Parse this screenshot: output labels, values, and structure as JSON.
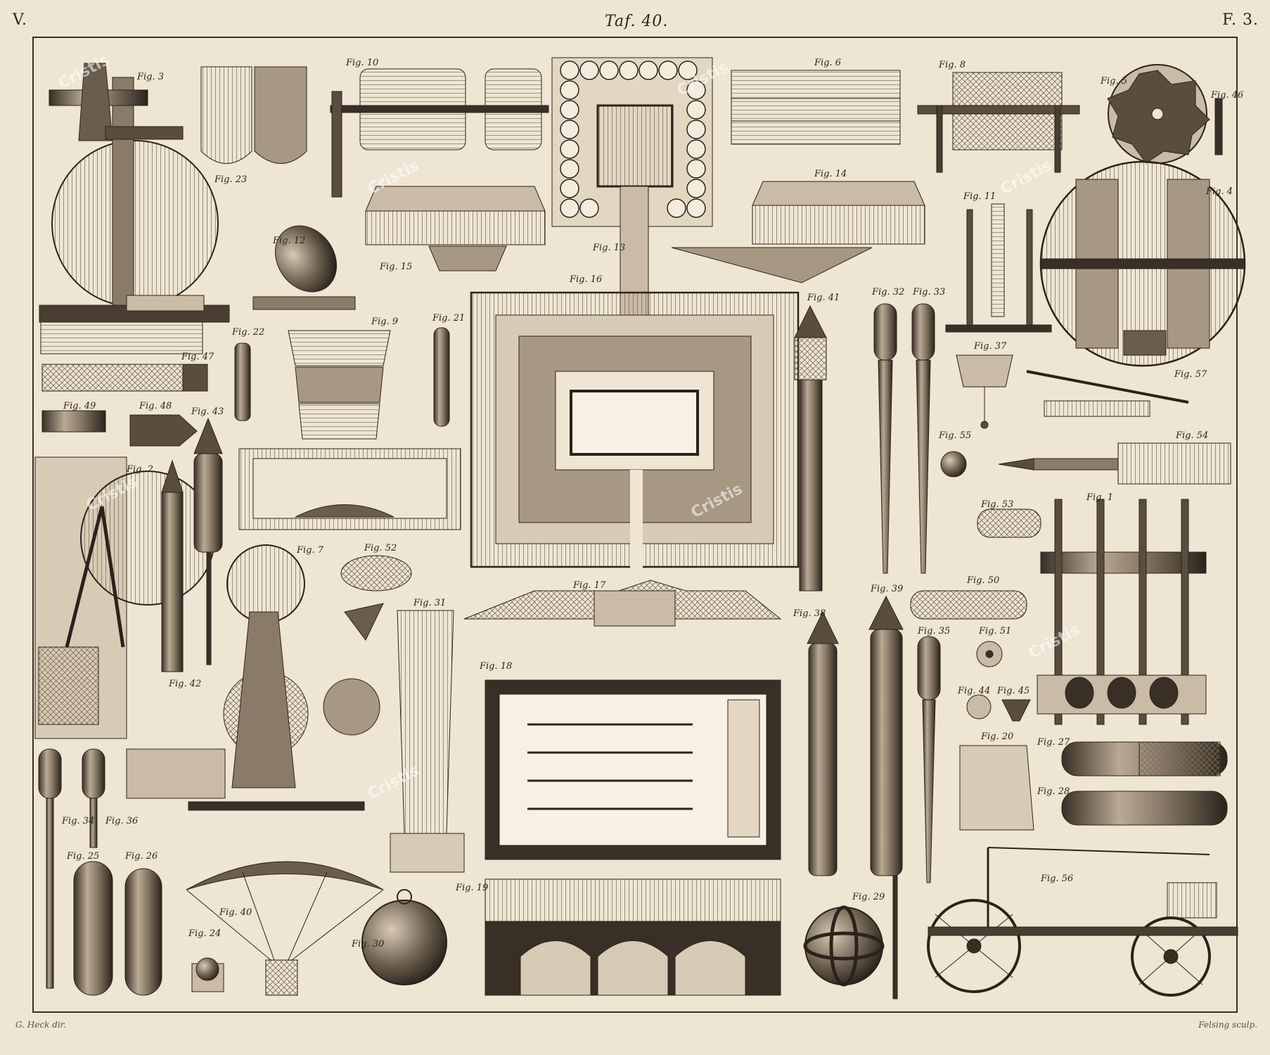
{
  "header": {
    "plate_volume": "V.",
    "plate_title": "Taf. 40.",
    "plate_number": "F. 3."
  },
  "credits": {
    "left": "G. Heck dir.",
    "right": "Felsing sculp."
  },
  "figure_labels": [
    "Fig. 1",
    "Fig. 2",
    "Fig. 3",
    "Fig. 4",
    "Fig. 5",
    "Fig. 6",
    "Fig. 7",
    "Fig. 8",
    "Fig. 9",
    "Fig. 10",
    "Fig. 11",
    "Fig. 12",
    "Fig. 13",
    "Fig. 14",
    "Fig. 15",
    "Fig. 16",
    "Fig. 17",
    "Fig. 18",
    "Fig. 19",
    "Fig. 20",
    "Fig. 21",
    "Fig. 22",
    "Fig. 23",
    "Fig. 24",
    "Fig. 25",
    "Fig. 26",
    "Fig. 27",
    "Fig. 28",
    "Fig. 29",
    "Fig. 30",
    "Fig. 31",
    "Fig. 32",
    "Fig. 33",
    "Fig. 34",
    "Fig. 35",
    "Fig. 36",
    "Fig. 37",
    "Fig. 38",
    "Fig. 39",
    "Fig. 40",
    "Fig. 41",
    "Fig. 42",
    "Fig. 43",
    "Fig. 44",
    "Fig. 45",
    "Fig. 46",
    "Fig. 47",
    "Fig. 48",
    "Fig. 49",
    "Fig. 50",
    "Fig. 51",
    "Fig. 52",
    "Fig. 53",
    "Fig. 54",
    "Fig. 55",
    "Fig. 56",
    "Fig. 57"
  ],
  "watermark_text": "Cristis",
  "palette": {
    "paper": "#efe5d3",
    "ink": "#2b231b",
    "mid_tone": "#8a7b69",
    "light_tone": "#c9bba5"
  }
}
